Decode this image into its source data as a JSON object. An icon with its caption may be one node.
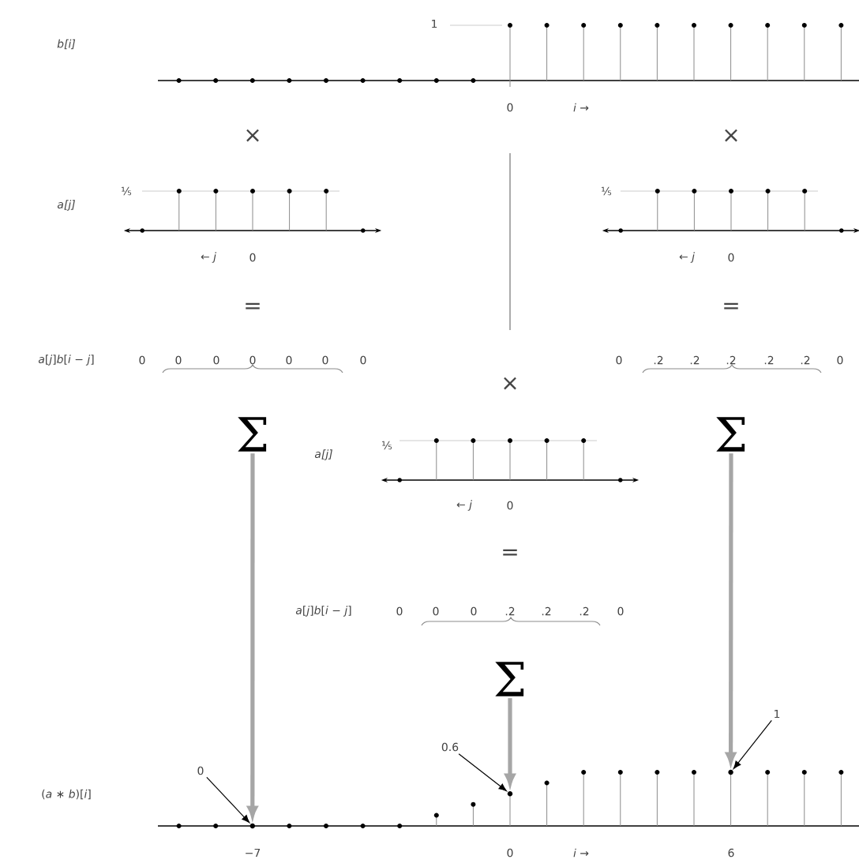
{
  "diagram": {
    "nodes": [
      {
        "text": [
          "Σ"
        ]
      },
      {
        "text": [
          "Σ"
        ]
      },
      {
        "text": [
          "Σ"
        ]
      },
      {
        "text": [],
        "shape": "circle"
      },
      {
        "text": [],
        "shape": "circle"
      },
      {
        "text": [],
        "shape": "circle"
      },
      {
        "text": [
          "0"
        ]
      },
      {
        "text": [
          "0.6"
        ]
      },
      {
        "text": [
          "1"
        ]
      }
    ],
    "edges": [
      {
        "from": 0,
        "to": 3,
        "arrow": "to",
        "style": "thick",
        "color": "#a6a6a6"
      },
      {
        "from": 1,
        "to": 5,
        "arrow": "to",
        "style": "thick",
        "color": "#a6a6a6"
      },
      {
        "from": 2,
        "to": 4,
        "arrow": "to",
        "style": "thick",
        "color": "#a6a6a6"
      },
      {
        "from": 6,
        "to": 3,
        "arrow": "to",
        "color": "#000000"
      },
      {
        "from": 7,
        "to": 4,
        "arrow": "to",
        "color": "#000000"
      },
      {
        "from": 8,
        "to": 5,
        "arrow": "to",
        "color": "#000000"
      }
    ],
    "labels": [
      "*b*[*i*]",
      "1",
      "0",
      "*i* →",
      "×",
      "×",
      "*a*[*j*]",
      "⅕",
      "⅕",
      "← *j*",
      "0",
      "← *j*",
      "0",
      "=",
      "=",
      "*a*[*j*]*b*[*i* − *j*]",
      "0",
      "0",
      "0",
      "0",
      "0",
      "0",
      "0",
      "0",
      ".2",
      ".2",
      ".2",
      ".2",
      ".2",
      "0",
      "×",
      "*a*[*j*]",
      "⅕",
      "← *j*",
      "0",
      "=",
      "*a*[*j*]*b*[*i* − *j*]",
      "0",
      "0",
      "0",
      ".2",
      ".2",
      ".2",
      "0",
      "(*a* ∗ *b*)[*i*]",
      "−7",
      "0",
      "*i* →",
      "6"
    ]
  }
}
